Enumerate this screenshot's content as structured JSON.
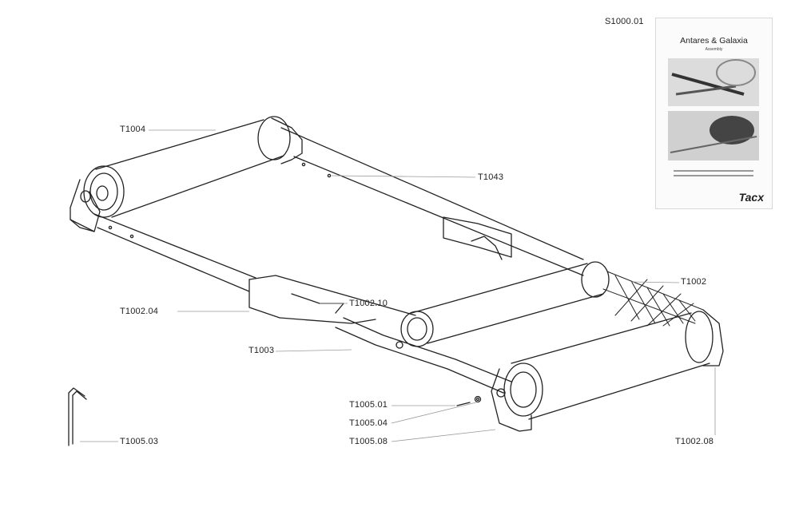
{
  "document_code": "S1000.01",
  "booklet": {
    "title": "Antares & Galaxia",
    "subtitle": "Assembly",
    "logo": "Tacx"
  },
  "labels": [
    {
      "id": "t1004",
      "text": "T1004"
    },
    {
      "id": "t1043",
      "text": "T1043"
    },
    {
      "id": "t1002",
      "text": "T1002"
    },
    {
      "id": "t1002_04",
      "text": "T1002.04"
    },
    {
      "id": "t1002_10",
      "text": "T1002.10"
    },
    {
      "id": "t1003",
      "text": "T1003"
    },
    {
      "id": "t1005_01",
      "text": "T1005.01"
    },
    {
      "id": "t1005_04",
      "text": "T1005.04"
    },
    {
      "id": "t1005_08",
      "text": "T1005.08"
    },
    {
      "id": "t1005_03",
      "text": "T1005.03"
    },
    {
      "id": "t1002_08",
      "text": "T1002.08"
    }
  ],
  "colors": {
    "line": "#222222",
    "leader": "#9a9a9a",
    "photo_bg": "#d9d9d9"
  }
}
